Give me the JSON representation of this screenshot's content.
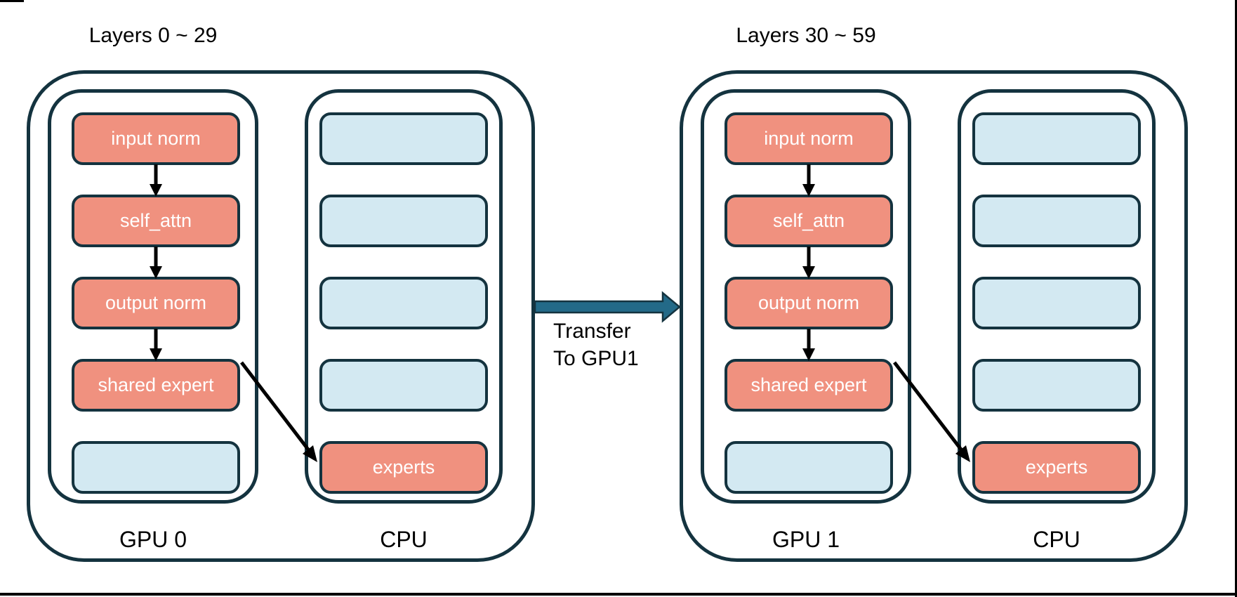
{
  "colors": {
    "block_salmon": "#F0917F",
    "block_blue": "#D3E9F2",
    "outline_navy": "#14333F",
    "transfer_arrow_teal": "#236A88",
    "flow_arrow_black": "#000000",
    "block_text": "#FFFFFF",
    "label_text": "#000000"
  },
  "groups": [
    {
      "title": "Layers 0 ~ 29",
      "gpu_label": "GPU 0",
      "cpu_label": "CPU",
      "gpu_blocks": [
        "input norm",
        "self_attn",
        "output norm",
        "shared expert"
      ],
      "gpu_empty_block": "",
      "cpu_empty_blocks": [
        "",
        "",
        "",
        ""
      ],
      "cpu_expert_block": "experts"
    },
    {
      "title": "Layers 30 ~ 59",
      "gpu_label": "GPU 1",
      "cpu_label": "CPU",
      "gpu_blocks": [
        "input norm",
        "self_attn",
        "output norm",
        "shared expert"
      ],
      "gpu_empty_block": "",
      "cpu_empty_blocks": [
        "",
        "",
        "",
        ""
      ],
      "cpu_expert_block": "experts"
    }
  ],
  "transfer": {
    "line1": "Transfer",
    "line2": "To GPU1"
  }
}
